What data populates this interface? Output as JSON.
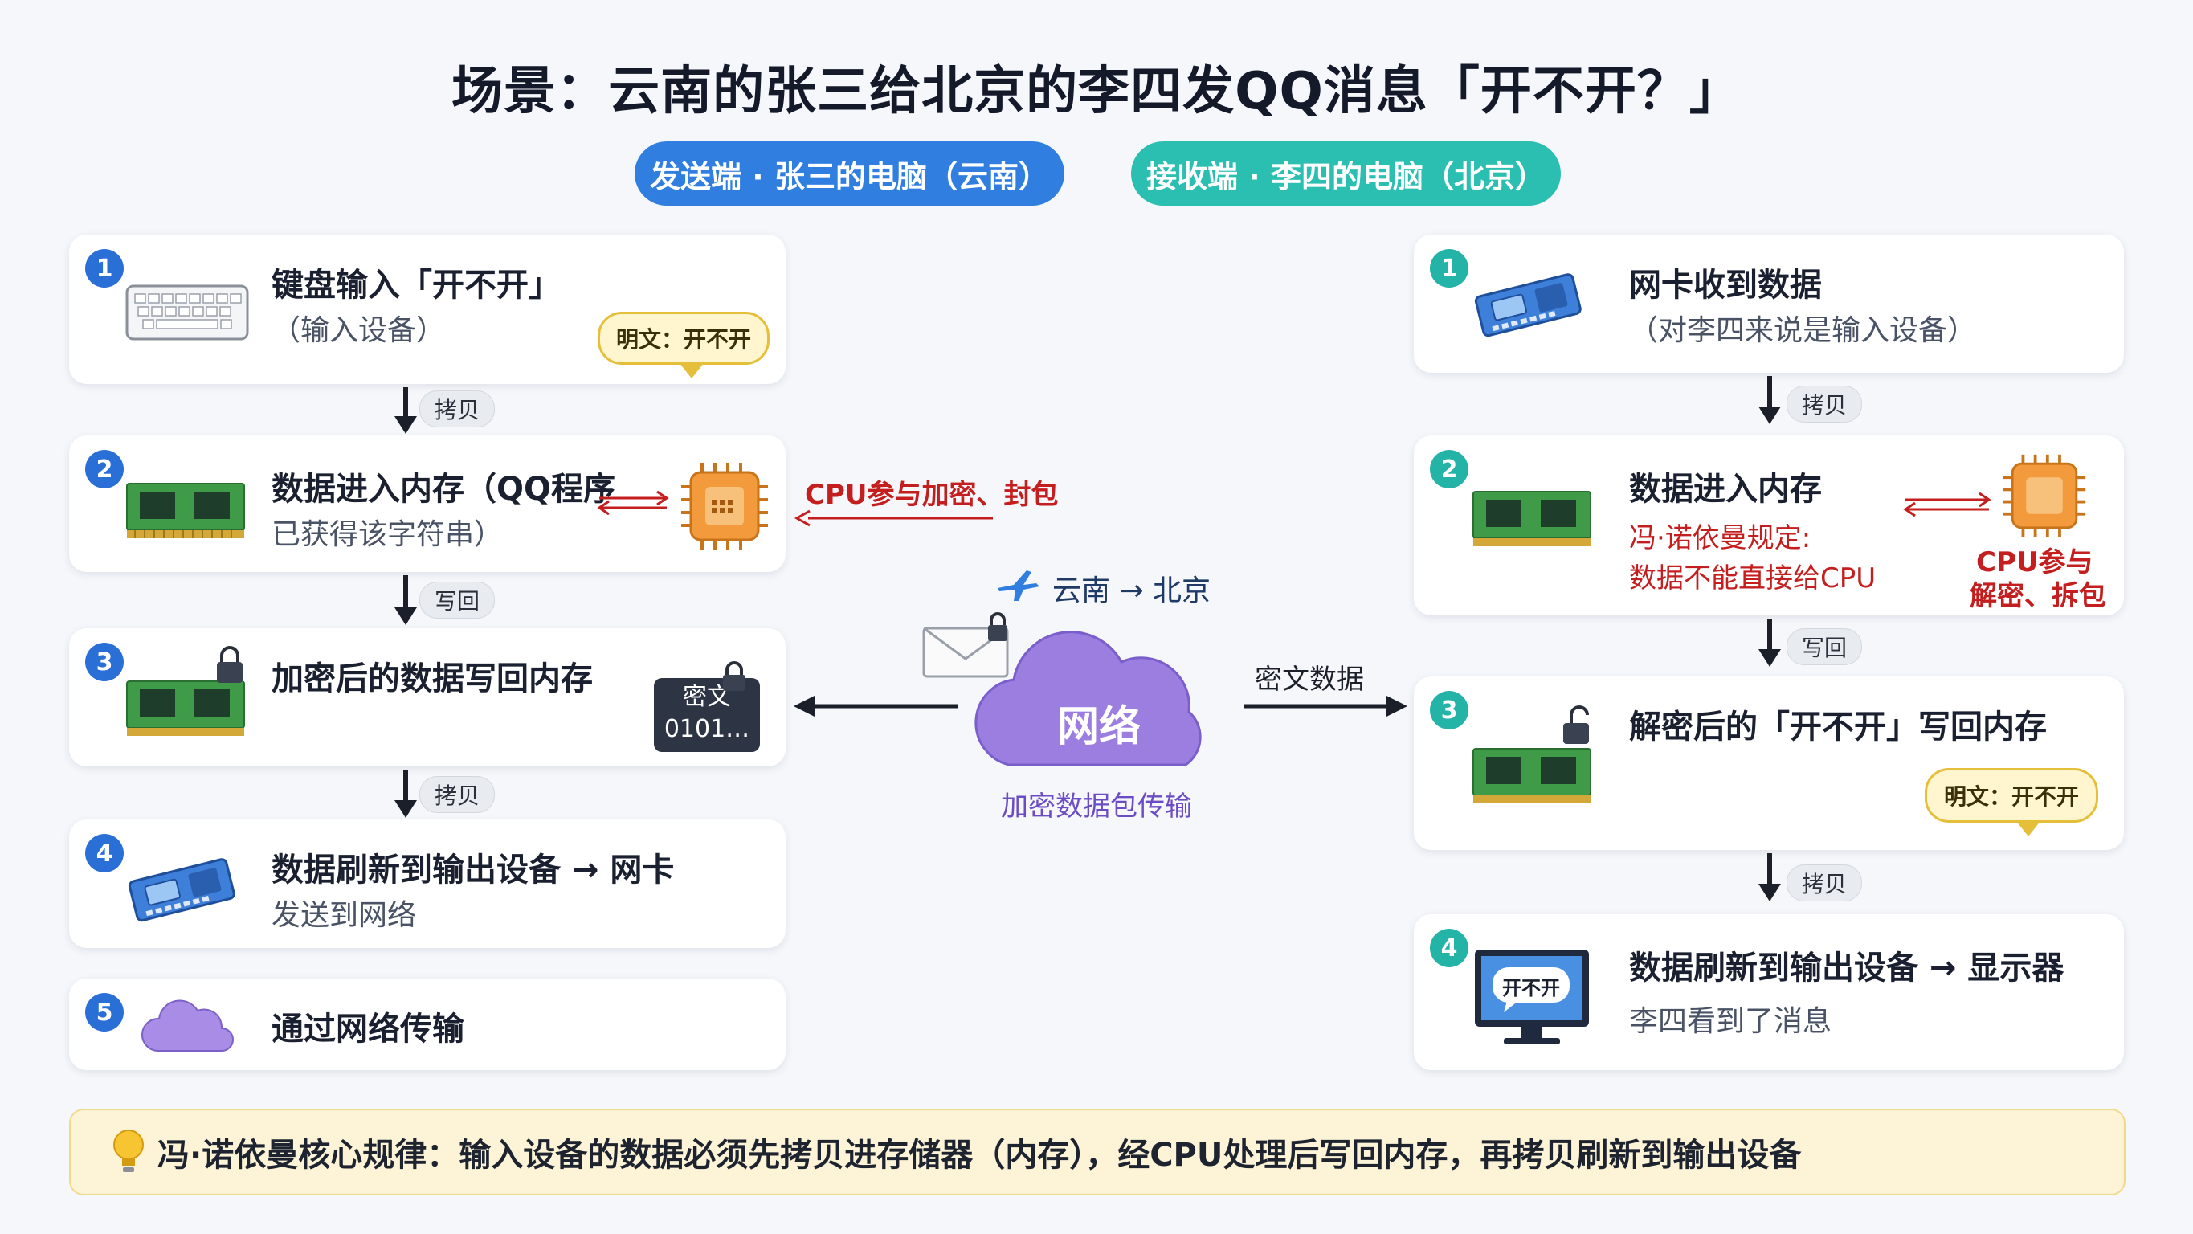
{
  "title": "场景：云南的张三给北京的李四发QQ消息「开不开？」",
  "sender_pill": "发送端 · 张三的电脑（云南）",
  "receiver_pill": "接收端 · 李四的电脑（北京）",
  "left_steps": [
    {
      "num": "1",
      "title": "键盘输入「开不开」",
      "sub": "（输入设备）",
      "bubble": "明文：开不开"
    },
    {
      "num": "2",
      "title": "数据进入内存（QQ程序",
      "sub": "已获得该字符串）",
      "cpu_note": "CPU参与加密、封包"
    },
    {
      "num": "3",
      "title": "加密后的数据写回内存",
      "cipher_line1": "密文",
      "cipher_line2": "0101…"
    },
    {
      "num": "4",
      "title": "数据刷新到输出设备 → 网卡",
      "sub": "发送到网络"
    },
    {
      "num": "5",
      "title": "通过网络传输"
    }
  ],
  "left_arrows": [
    "拷贝",
    "写回",
    "拷贝"
  ],
  "right_steps": [
    {
      "num": "1",
      "title": "网卡收到数据",
      "sub": "（对李四来说是输入设备）"
    },
    {
      "num": "2",
      "title": "数据进入内存",
      "rule1": "冯·诺依曼规定:",
      "rule2": "数据不能直接给CPU",
      "cpu1": "CPU参与",
      "cpu2": "解密、拆包"
    },
    {
      "num": "3",
      "title": "解密后的「开不开」写回内存",
      "bubble": "明文：开不开"
    },
    {
      "num": "4",
      "title": "数据刷新到输出设备 → 显示器",
      "sub": "李四看到了消息",
      "screen_text": "开不开"
    }
  ],
  "right_arrows": [
    "拷贝",
    "写回",
    "拷贝"
  ],
  "center": {
    "route": "云南 → 北京",
    "cloud": "网络",
    "caption": "加密数据包传输",
    "cipher_label": "密文数据"
  },
  "footer": "冯·诺依曼核心规律：输入设备的数据必须先拷贝进存储器（内存），经CPU处理后写回内存，再拷贝刷新到输出设备",
  "colors": {
    "blue": "#2f7ee0",
    "teal": "#2bbfb2",
    "red": "#c41e1e",
    "cloud": "#9b7ee0"
  }
}
